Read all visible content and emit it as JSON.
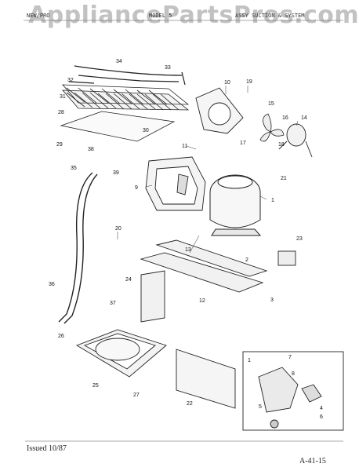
{
  "watermark": "AppliancePartsPros.com",
  "header": {
    "left": "NEW/PRO",
    "middle": "MODEL 5",
    "right": "ASSY SUCTION & SYSTEM"
  },
  "footer": {
    "issued": "Issued 10/87",
    "page_code": "A-41-15"
  },
  "callouts": [
    "1",
    "2",
    "3",
    "4",
    "5",
    "6",
    "7",
    "8",
    "9",
    "10",
    "11",
    "12",
    "13",
    "14",
    "15",
    "16",
    "17",
    "18",
    "19",
    "20",
    "21",
    "22",
    "23",
    "24",
    "25",
    "26",
    "27",
    "28",
    "29",
    "30",
    "31",
    "32",
    "33",
    "34",
    "35",
    "36",
    "37",
    "38",
    "39"
  ],
  "detail_marker": "1",
  "colors": {
    "ink": "#1a1a1a",
    "paper": "#ffffff",
    "watermark": "#888888"
  }
}
